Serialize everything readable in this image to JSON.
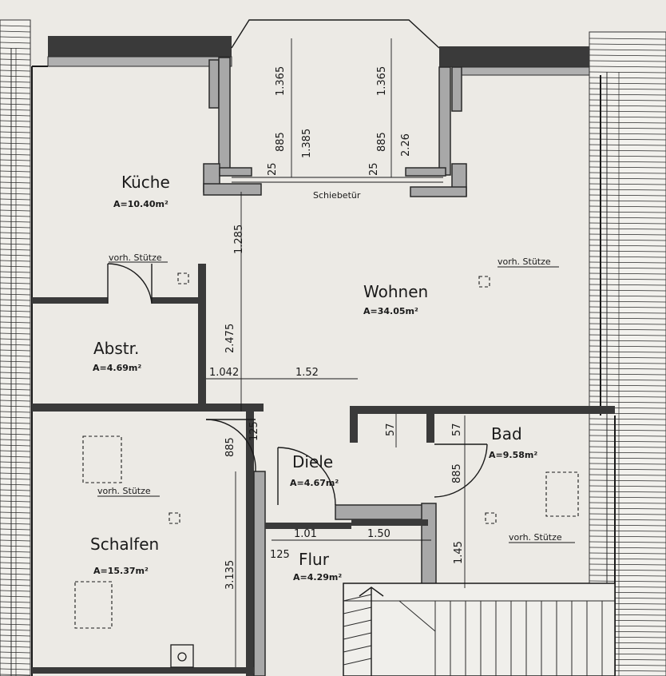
{
  "rooms": [
    {
      "id": "kueche",
      "name": "Küche",
      "area": "A=10.40m²"
    },
    {
      "id": "wohnen",
      "name": "Wohnen",
      "area": "A=34.05m²"
    },
    {
      "id": "abstr",
      "name": "Abstr.",
      "area": "A=4.69m²"
    },
    {
      "id": "bad",
      "name": "Bad",
      "area": "A=9.58m²"
    },
    {
      "id": "diele",
      "name": "Diele",
      "area": "A=4.67m²"
    },
    {
      "id": "schalfen",
      "name": "Schalfen",
      "area": "A=15.37m²"
    },
    {
      "id": "flur",
      "name": "Flur",
      "area": "A=4.29m²"
    }
  ],
  "notes": {
    "schiebetuer": "Schiebetür",
    "stuetze": "vorh. Stütze"
  },
  "dimensions": {
    "bay_left_top": "1.365",
    "bay_left_mid": "1.385",
    "bay_left_a": "885",
    "bay_left_b": "25",
    "bay_right_top": "1.365",
    "bay_right_mid": "2.26",
    "bay_right_a": "885",
    "bay_right_b": "25",
    "hall_vert_upper": "1.285",
    "hall_vert_lower": "2.475",
    "hall_h_left": "1.042",
    "hall_h_right": "1.52",
    "door_a": "885",
    "door_b": "125",
    "bad_left": "57",
    "bad_right": "57",
    "bad_door": "885",
    "bad_vert": "1.45",
    "flur_left": "1.01",
    "flur_right": "1.50",
    "flur_small": "125",
    "schalfen_vert": "3.135"
  }
}
